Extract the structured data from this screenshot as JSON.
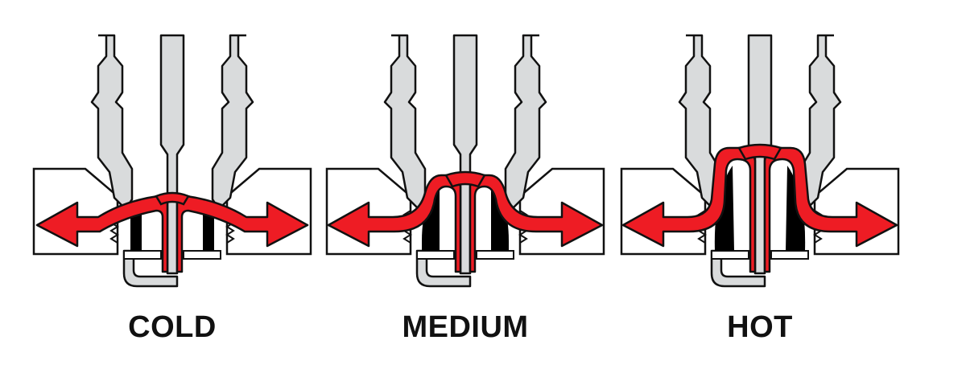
{
  "labels": [
    "COLD",
    "MEDIUM",
    "HOT"
  ],
  "colors": {
    "flow": "#ee1c24",
    "metal": "#d9dbdc",
    "outline": "#111111",
    "body": "#ffffff",
    "dark": "#000000",
    "label": "#111111"
  }
}
